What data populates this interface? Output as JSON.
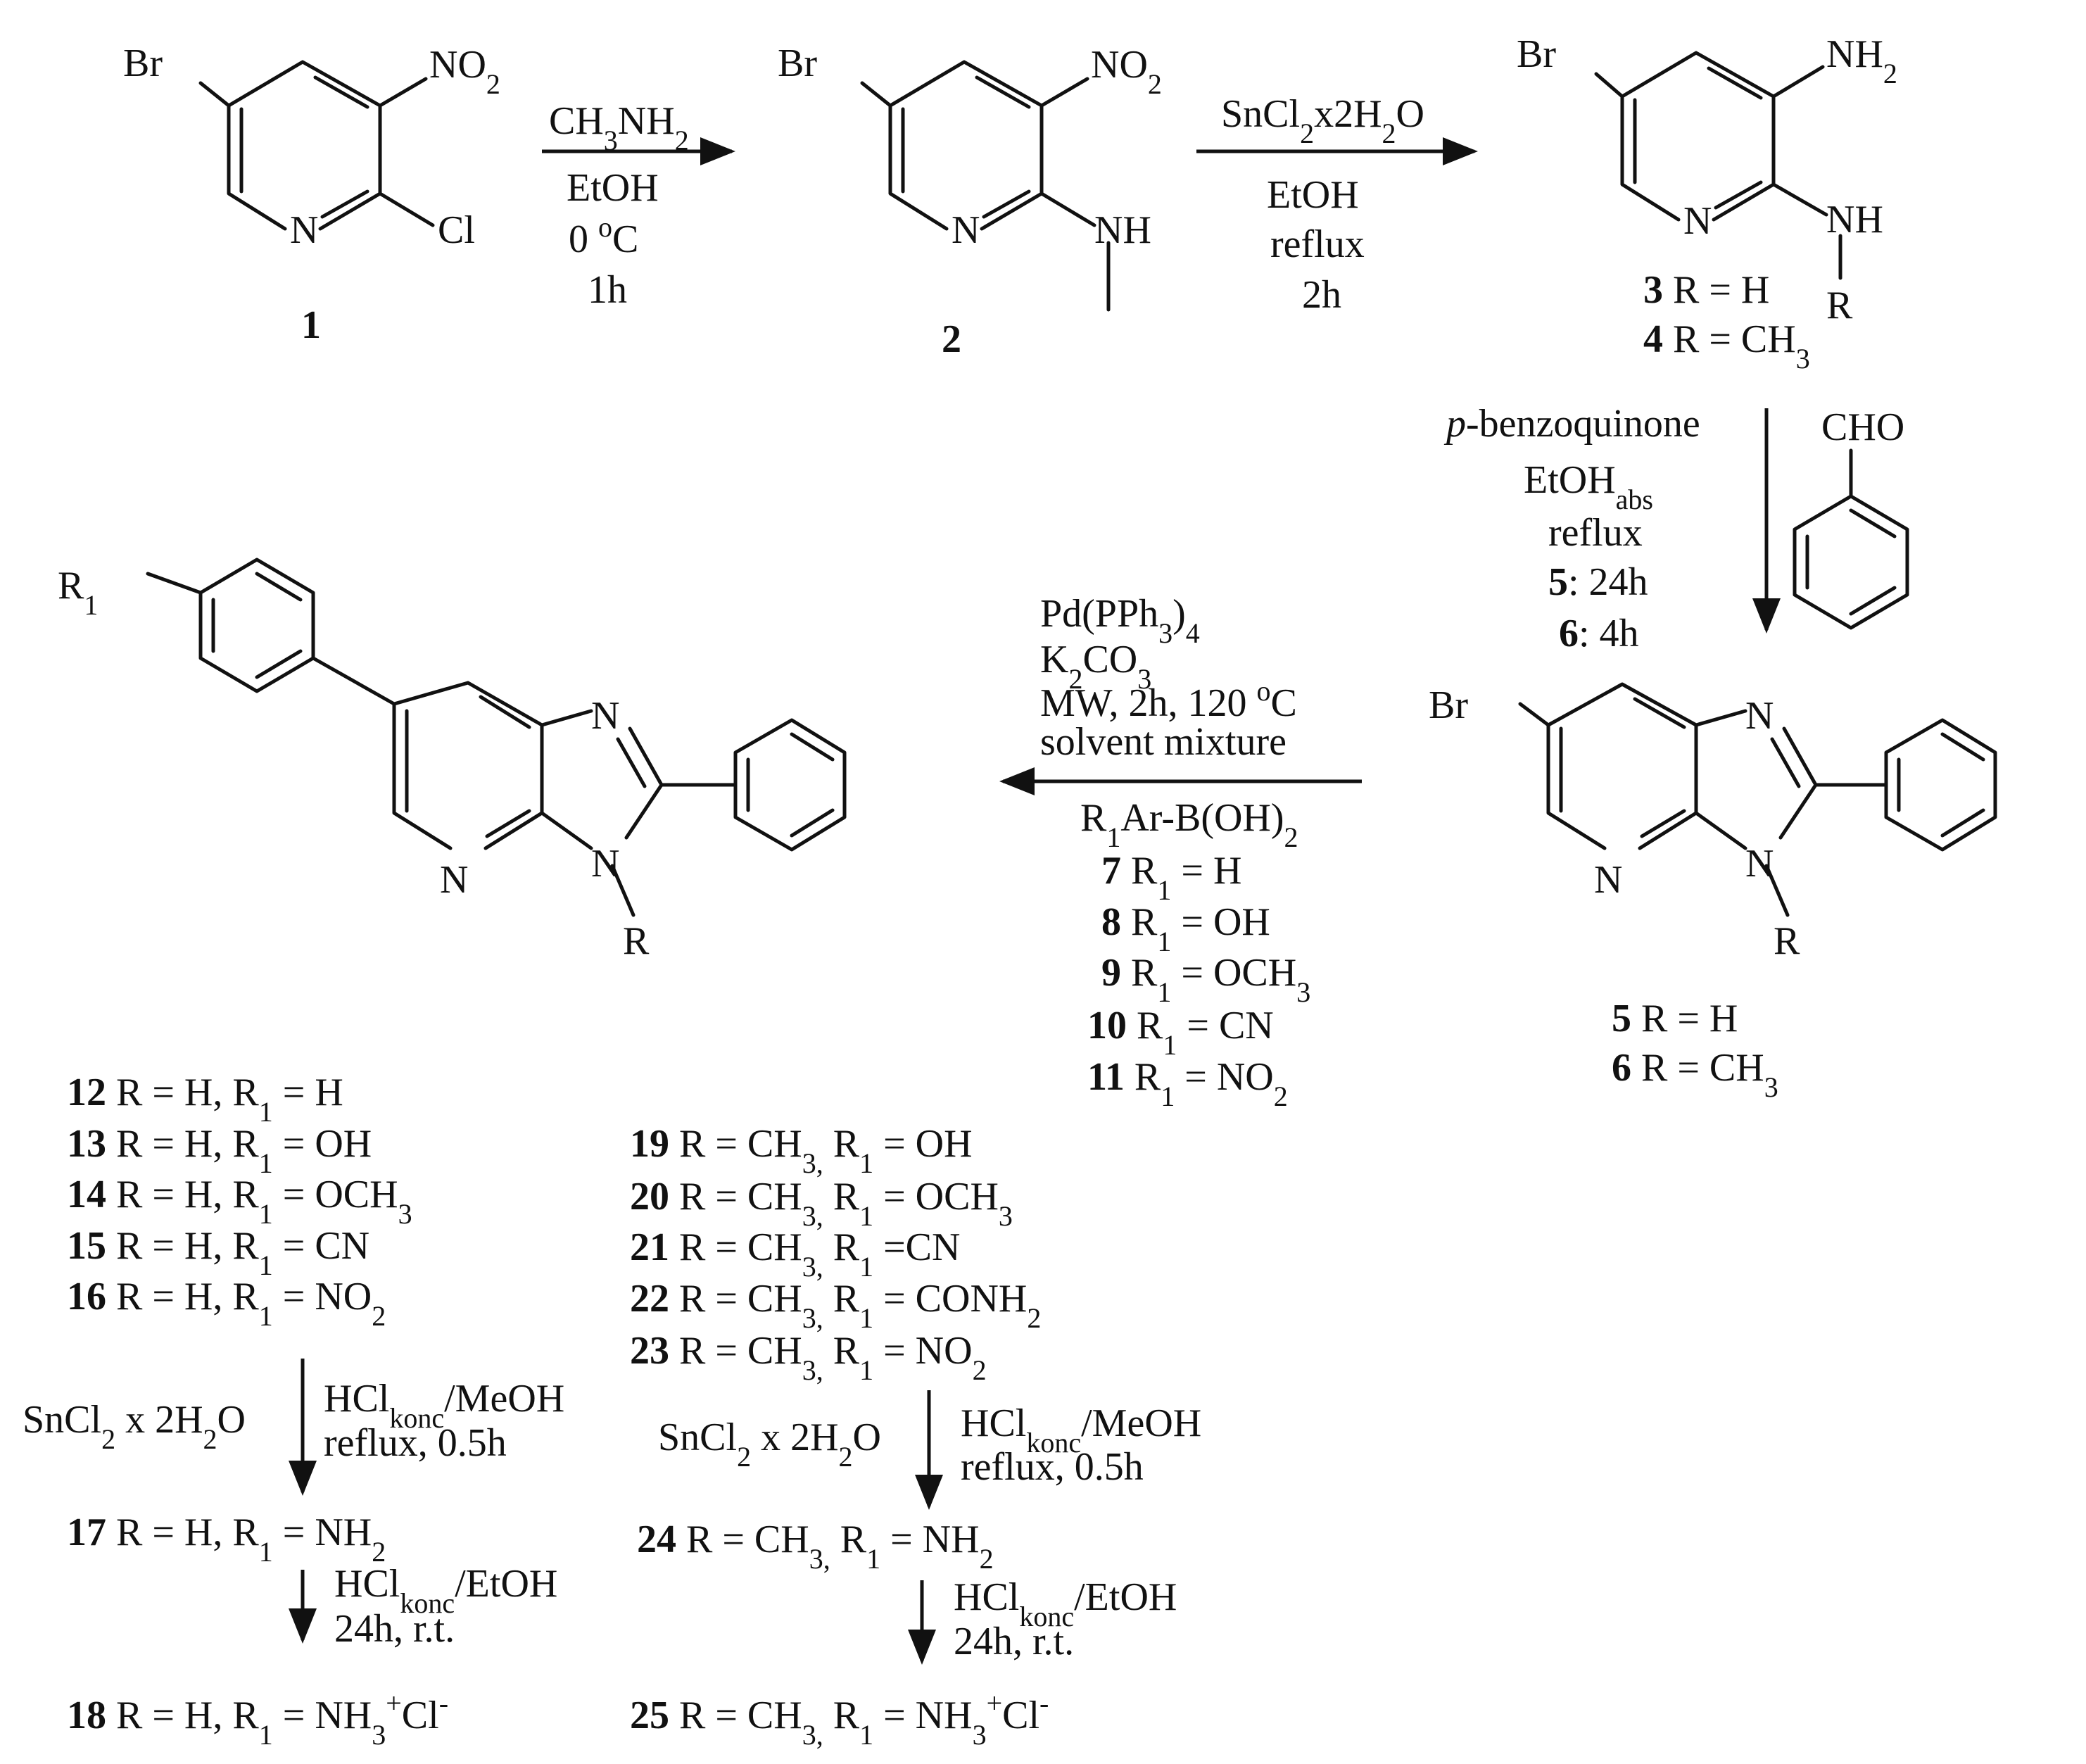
{
  "atoms": {
    "br": "Br",
    "no2": "NO",
    "no2_sub": "2",
    "nh2": "NH",
    "nh2_sub": "2",
    "n": "N",
    "cl": "Cl",
    "nh": "NH",
    "r": "R",
    "r1": "R",
    "r1_sub": "1",
    "cho": "CHO"
  },
  "compounds": {
    "c1": "1",
    "c2": "2",
    "c3_num": "3",
    "c3_text": " R = H",
    "c4_num": "4",
    "c4_text": " R = CH",
    "c4_sub": "3",
    "c5_num": "5",
    "c5_text": " R = H",
    "c6_num": "6",
    "c6_text": " R = CH",
    "c6_sub": "3"
  },
  "step1": {
    "reagent": "CH",
    "reagent_sub": "3",
    "reagent_b": "NH",
    "reagent_sub2": "2",
    "solvent": "EtOH",
    "temp": "0 ",
    "temp_sup": "o",
    "temp_unit": "C",
    "time": "1h"
  },
  "step2": {
    "reagent_a": "SnCl",
    "sub1": "2",
    "reagent_b": "x2H",
    "sub2": "2",
    "reagent_c": "O",
    "solvent": "EtOH",
    "cond": "reflux",
    "time": "2h"
  },
  "step3": {
    "reagent_italic": "p",
    "reagent": "-benzoquinone",
    "solvent": "EtOH",
    "solvent_sub": "abs",
    "cond": "reflux",
    "t5_num": "5",
    "t5_text": ": 24h",
    "t6_num": "6",
    "t6_text": ": 4h"
  },
  "step4": {
    "cat": "Pd(PPh",
    "cat_sub": "3",
    "cat_b": ")",
    "cat_sub2": "4",
    "base": "K",
    "base_sub": "2",
    "base_b": "CO",
    "base_sub2": "3",
    "cond": "MW, 2h, 120 ",
    "cond_sup": "o",
    "cond_unit": "C",
    "solvent": "solvent mixture",
    "boronic": "R",
    "boronic_sub": "1",
    "boronic_b": "Ar-B(OH)",
    "boronic_sub2": "2",
    "list": [
      {
        "num": "7",
        "text": " R",
        "sub": "1",
        "rest": " = H"
      },
      {
        "num": "8",
        "text": " R",
        "sub": "1",
        "rest": " = OH"
      },
      {
        "num": "9",
        "text": " R",
        "sub": "1",
        "rest": " = OCH",
        "sub2": "3"
      },
      {
        "num": "10",
        "text": " R",
        "sub": "1",
        "rest": " = CN"
      },
      {
        "num": "11",
        "text": " R",
        "sub": "1",
        "rest": " = NO",
        "sub2": "2"
      }
    ]
  },
  "productsH": [
    {
      "num": "12",
      "a": " R = H, R",
      "sub": "1",
      "b": " = H"
    },
    {
      "num": "13",
      "a": " R = H, R",
      "sub": "1",
      "b": " = OH"
    },
    {
      "num": "14",
      "a": " R = H, R",
      "sub": "1",
      "b": " = OCH",
      "sub2": "3"
    },
    {
      "num": "15",
      "a": " R = H, R",
      "sub": "1",
      "b": " = CN"
    },
    {
      "num": "16",
      "a": " R = H, R",
      "sub": "1",
      "b": " = NO",
      "sub2": "2"
    }
  ],
  "productsMe": [
    {
      "num": "19",
      "a": " R = CH",
      "s0": "3,",
      "m": " R",
      "sub": "1",
      "b": " = OH"
    },
    {
      "num": "20",
      "a": " R = CH",
      "s0": "3,",
      "m": " R",
      "sub": "1",
      "b": " = OCH",
      "sub2": "3"
    },
    {
      "num": "21",
      "a": " R = CH",
      "s0": "3,",
      "m": " R",
      "sub": "1",
      "b": " =CN"
    },
    {
      "num": "22",
      "a": " R = CH",
      "s0": "3,",
      "m": " R",
      "sub": "1",
      "b": " = CONH",
      "sub2": "2"
    },
    {
      "num": "23",
      "a": " R = CH",
      "s0": "3,",
      "m": " R",
      "sub": "1",
      "b": " = NO",
      "sub2": "2"
    }
  ],
  "reduction": {
    "left_a": "SnCl",
    "left_sub": "2",
    "left_b": " x 2H",
    "left_sub2": "2",
    "left_c": "O",
    "right_a": "HCl",
    "right_sub": "konc",
    "right_b": "/MeOH",
    "cond": "reflux, 0.5h"
  },
  "salt": {
    "right_a": "HCl",
    "right_sub": "konc",
    "right_b": "/EtOH",
    "cond": "24h, r.t."
  },
  "c17": {
    "num": "17",
    "a": " R = H, R",
    "sub": "1",
    "b": " = NH",
    "sub2": "2"
  },
  "c18": {
    "num": "18",
    "a": " R = H, R",
    "sub": "1",
    "b": " = NH",
    "sub2": "3",
    "sup": "+",
    "c": "Cl",
    "sup2": "-"
  },
  "c24": {
    "num": "24",
    "a": " R = CH",
    "s0": "3,",
    "m": " R",
    "sub": "1",
    "b": " = NH",
    "sub2": "2"
  },
  "c25": {
    "num": "25",
    "a": " R = CH",
    "s0": "3,",
    "m": " R",
    "sub": "1",
    "b": " = NH",
    "sub2": "3",
    "sup": "+",
    "c": "Cl",
    "sup2": "-"
  }
}
